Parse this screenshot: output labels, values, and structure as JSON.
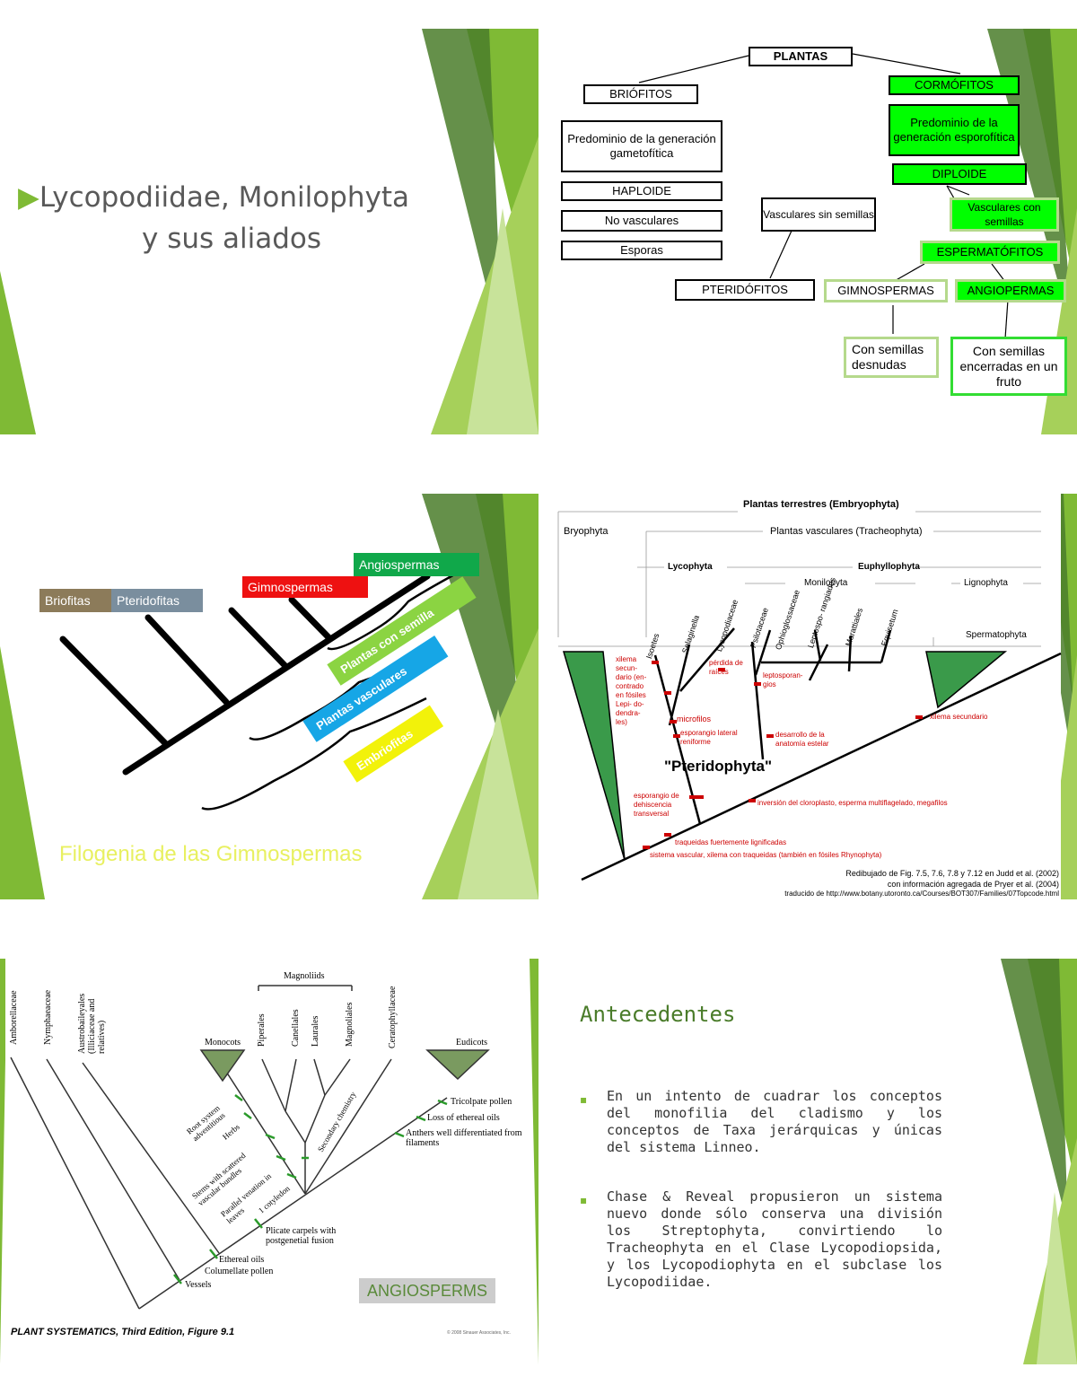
{
  "slide1": {
    "title_line1": "Lycopodiidae, Monilophyta",
    "title_line2": "y sus aliados"
  },
  "slide2": {
    "plantas": "PLANTAS",
    "briofitos": "BRIÓFITOS",
    "cormofitos": "CORMÓFITOS",
    "predominio_gametofitica": "Predominio de la generación gametofítica",
    "predominio_esporofitica": "Predominio de la generación esporofítica",
    "haploide": "HAPLOIDE",
    "diploide": "DIPLOIDE",
    "no_vasculares": "No vasculares",
    "esporas": "Esporas",
    "vasculares_sin": "Vasculares sin semillas",
    "vasculares_con": "Vasculares con semillas",
    "espermatofitos": "ESPERMATÓFITOS",
    "pteridofitos": "PTERIDÓFITOS",
    "gimnospermas": "GIMNOSPERMAS",
    "angiopermas": "ANGIOPERMAS",
    "con_semillas_desnudas": "Con semillas desnudas",
    "con_semillas_encerradas": "Con semillas encerradas en un fruto"
  },
  "slide3": {
    "briofitas": "Briofitas",
    "pteridofitas": "Pteridofitas",
    "gimnospermas": "Gimnospermas",
    "angiospermas": "Angiospermas",
    "plantas_con_semilla": "Plantas con semilla",
    "plantas_vasculares": "Plantas vasculares",
    "embriofitas": "Embriofitas",
    "caption": "Filogenia de las Gimnospermas",
    "colors": {
      "briofitas": "#8c7b5a",
      "pteridofitas": "#7a8e9e",
      "gimnospermas": "#ee1111",
      "angiospermas": "#10a84a",
      "semilla": "#8bd442",
      "vasculares": "#16a6e6",
      "embriofitas": "#f2f20a",
      "caption": "#e8f060"
    }
  },
  "slide4": {
    "top_title": "Plantas terrestres (Embryophyta)",
    "bryophyta": "Bryophyta",
    "vasculares": "Plantas vasculares (Tracheophyta)",
    "lycophyta": "Lycophyta",
    "euphyllophyta": "Euphyllophyta",
    "monilophyta": "Monilopyta",
    "lignophyta": "Lignophyta",
    "spermatophyta": "Spermatophyta",
    "taxa": [
      "Isoetes",
      "Selaginella",
      "Lycopodiaceae",
      "Psilotaceae",
      "Ophioglossaceae",
      "Leptospo- rangiados",
      "Marattiales",
      "Equisetum"
    ],
    "pteridophyta": "\"Pteridophyta\"",
    "char_xilema_sec": "xilema secundario",
    "char_xilema_fos": "xilema secun- dario (en- contrado en fósiles Lepi- do- dendra- les)",
    "char_microfilos": "microfilos",
    "char_esporangio_lat": "esporangio lateral reniforme",
    "char_perdida": "pérdida de raíces",
    "char_leptoesporangios": "leptosporan- gios",
    "char_desarrollo": "desarrollo de la anatomía estelar",
    "char_esporangio_dehis": "esporangio de dehiscencia transversal",
    "char_inversion": "inversión del cloroplasto, esperma multiflagelado, megafilos",
    "char_traqueidas": "traqueidas fuertemente lignificadas",
    "char_sistema": "sistema vascular, xilema con traqueidas (también en fósiles Rhynophyta)",
    "credit1": "Redibujado de Fig. 7.5, 7.6, 7.8 y 7.12 en Judd et al. (2002)",
    "credit2": "con información agregada de Pryer et al. (2004)",
    "credit3": "traducido de http://www.botany.utoronto.ca/Courses/BOT307/Families/07Topcode.html"
  },
  "slide5": {
    "taxa_left": [
      "Amborellaceae",
      "Nymphaeaceae",
      "Austrobaileyales (Illiciaceae and relatives)"
    ],
    "monocots": "Monocots",
    "magnoliids": "Magnoliids",
    "magnoliid_taxa": [
      "Piperales",
      "Canellales",
      "Laurales",
      "Magnoliales"
    ],
    "ceratophyllaceae": "Ceratophyllaceae",
    "eudicots": "Eudicots",
    "chars": {
      "root": "Root system adventitious",
      "herbs": "Herbs",
      "stems": "Stems with scattered vascular bundles",
      "parallel": "Parallel venation in leaves",
      "cotyledon": "1 cotyledon",
      "secondary": "Secondary chemistry",
      "tricolpate": "Tricolpate pollen",
      "ethereal_loss": "Loss of ethereal oils",
      "anthers": "Anthers well differentiated from filaments",
      "plicate": "Plicate carpels with postgenetial fusion",
      "ethereal": "Ethereal oils",
      "columellate": "Columellate pollen",
      "vessels": "Vessels"
    },
    "angiosperms": "ANGIOSPERMS",
    "footer": "PLANT SYSTEMATICS, Third Edition, Figure 9.1",
    "copyright": "© 2008 Sinauer Associates, Inc."
  },
  "slide6": {
    "heading": "Antecedentes",
    "bullet1": "En un intento de cuadrar los conceptos del monofilia del cladismo y los conceptos de Taxa jerárquicas y únicas del sistema Linneo.",
    "bullet2": "Chase & Reveal propusieron un sistema nuevo donde sólo conserva una división los Streptophyta, convirtiendo lo Tracheophyta en el Clase Lycopodiopsida, y los Lycopodiophyta en el subclase los Lycopodiidae."
  },
  "colors": {
    "accent_green": "#7fba35",
    "dark_green": "#4a7c2a",
    "light_green": "#c8e39a",
    "title_color": "#595959"
  }
}
